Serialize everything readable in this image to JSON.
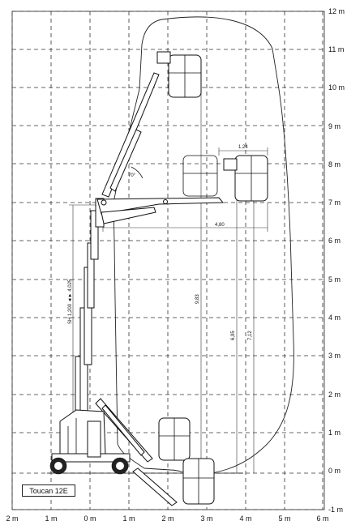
{
  "model_label": "Toucan 12E",
  "axes": {
    "y_ticks": [
      "12 m",
      "11 m",
      "10 m",
      "9 m",
      "8 m",
      "7 m",
      "6 m",
      "5 m",
      "4 m",
      "3 m",
      "2 m",
      "1 m",
      "0 m",
      "-1 m"
    ],
    "x_ticks": [
      "2 m",
      "1 m",
      "0 m",
      "1 m",
      "2 m",
      "3 m",
      "4 m",
      "5 m",
      "6 m"
    ]
  },
  "dimensions": {
    "basket_width": "1.24",
    "outreach": "4,80",
    "max_height": "9,83",
    "platform_height": "6,95",
    "jib_height": "7,12",
    "rotation_angle": "70°",
    "mast_label": "SH 1,200 ◄► 4,025"
  }
}
